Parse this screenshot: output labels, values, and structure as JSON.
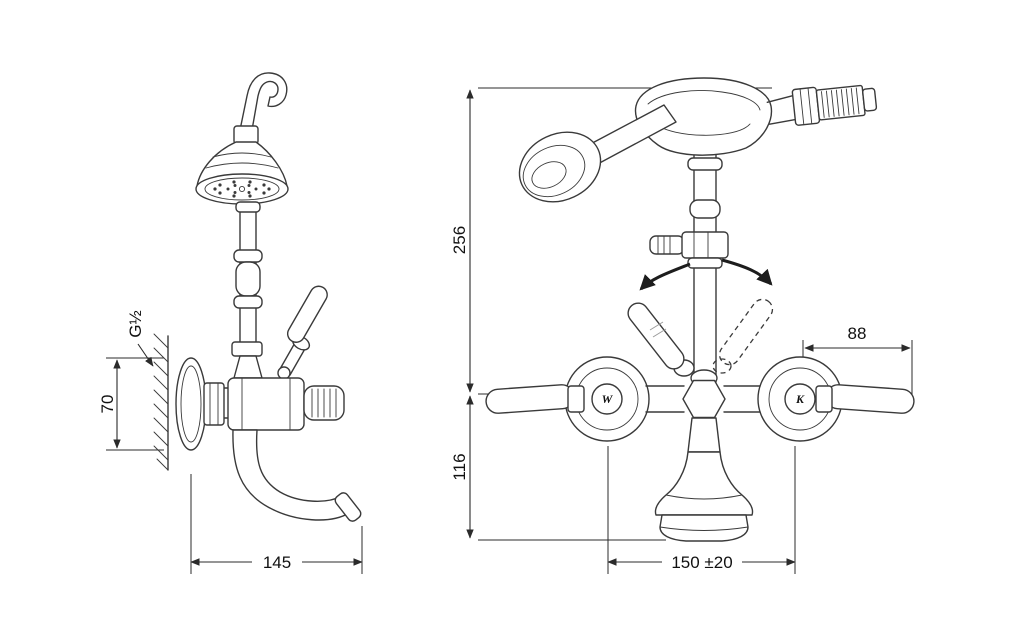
{
  "drawing": {
    "kind": "technical dimension drawing",
    "subject": "classic wall-mounted bath/shower mixer with hand shower, side and front views",
    "line_color": "#3a3a3a",
    "dim_color": "#2b2b2b",
    "background": "#ffffff"
  },
  "side_view": {
    "dim_spout_reach": "145",
    "dim_flange_height": "70",
    "thread_label": "G½"
  },
  "front_view": {
    "dim_upper_height": "256",
    "dim_lower_height": "116",
    "dim_lever_reach": "88",
    "dim_center_distance": "150 ±20",
    "left_handle_letter": "W",
    "right_handle_letter": "K"
  }
}
